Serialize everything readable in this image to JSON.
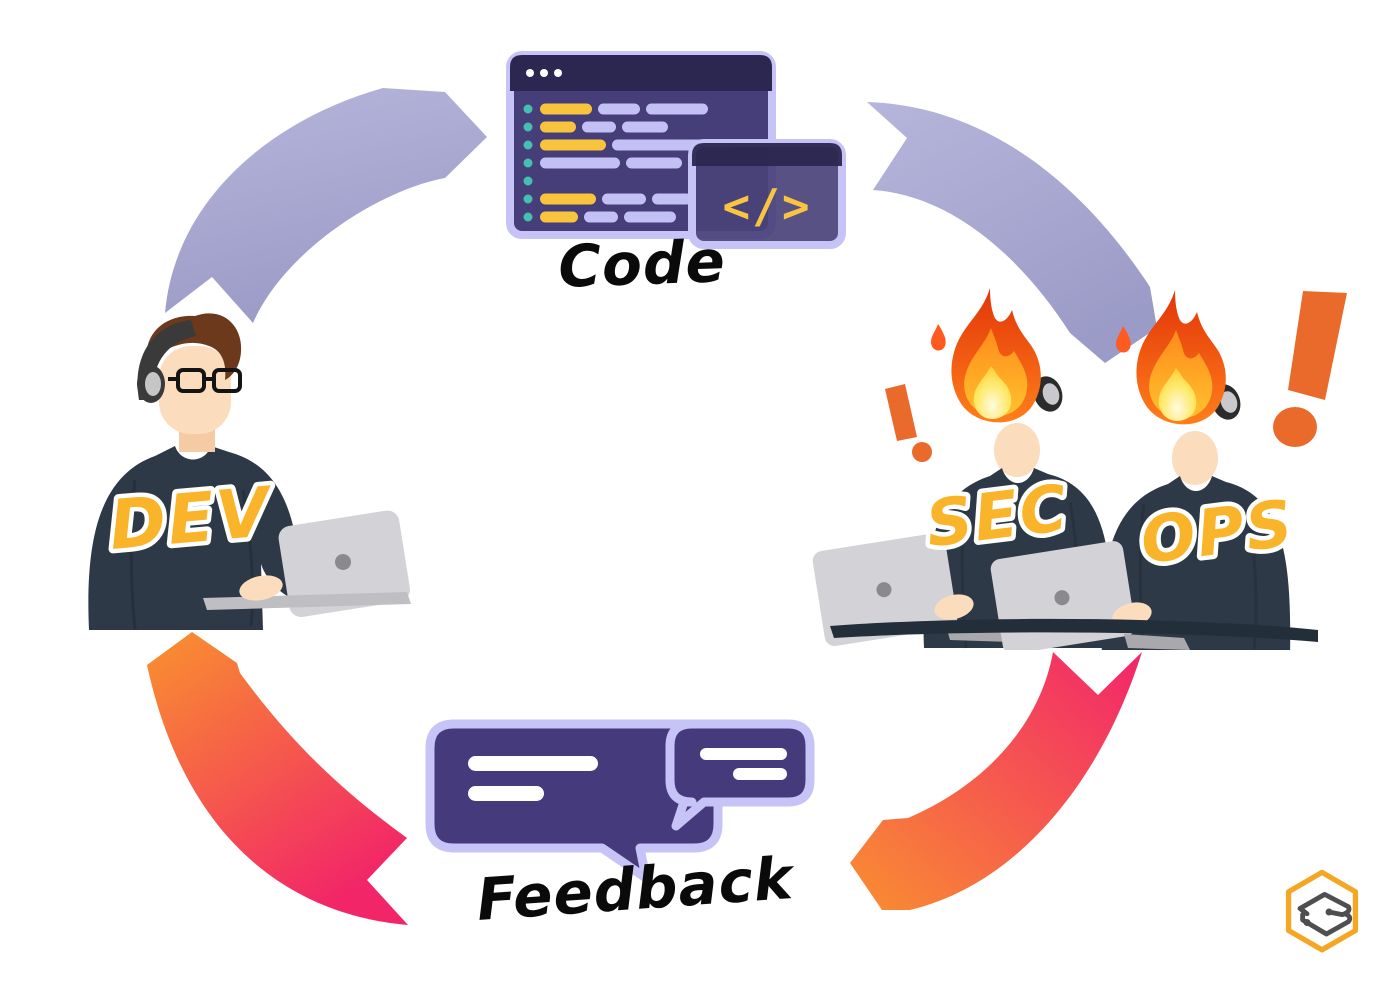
{
  "diagram": {
    "type": "cycle",
    "description": "DevSecOps loop: developer ships code, security and ops burn out, feedback returns to dev",
    "labels": {
      "code": "Code",
      "feedback": "Feedback",
      "dev": "DEV",
      "sec": "SEC",
      "ops": "OPS",
      "code_glyph": "</>"
    },
    "nodes": [
      {
        "id": "dev",
        "label": "DEV",
        "icon": "developer-at-laptop"
      },
      {
        "id": "code",
        "label": "Code",
        "icon": "code-editor-window"
      },
      {
        "id": "secops",
        "label": "SEC / OPS",
        "icon": "burning-engineers-at-laptops"
      },
      {
        "id": "feedback",
        "label": "Feedback",
        "icon": "chat-bubbles"
      }
    ],
    "flow": [
      {
        "from": "DEV",
        "to": "Code",
        "arrow_color": "lavender"
      },
      {
        "from": "Code",
        "to": "SEC / OPS",
        "arrow_color": "lavender"
      },
      {
        "from": "SEC / OPS",
        "to": "Feedback",
        "arrow_color": "orange-pink-gradient"
      },
      {
        "from": "Feedback",
        "to": "DEV",
        "arrow_color": "orange-pink-gradient"
      }
    ],
    "colors": {
      "background": "#FFFFFF",
      "arrow_lavender_light": "#B6B6DC",
      "arrow_lavender_dark": "#9B9BC7",
      "arrow_orange": "#F9922E",
      "arrow_pink": "#F2256B",
      "label_yellow": "#F9B42A",
      "label_outline": "#FFFFFF",
      "label_black": "#0A0A0A",
      "window_body": "#453E78",
      "window_header": "#2B2750",
      "window_border": "#C6C3F7",
      "code_line_yellow": "#F8C43D",
      "code_line_lavender": "#C3C0F5",
      "code_line_teal": "#45BFB2",
      "bubble_fill": "#453A7C",
      "sweater": "#2E3947",
      "skin": "#FBDCBD",
      "hair_brown": "#6C391D",
      "laptop_gray": "#D3D3D7",
      "exclamation_orange": "#E96A2B",
      "flame_red": "#E23508",
      "flame_orange": "#FF7E1B",
      "flame_yellow": "#FFE96B"
    }
  },
  "logo": {
    "name": "hexagon-s-logo",
    "letter": "S",
    "border_color": "#F5A623",
    "glyph_color": "#4F4F4F"
  }
}
